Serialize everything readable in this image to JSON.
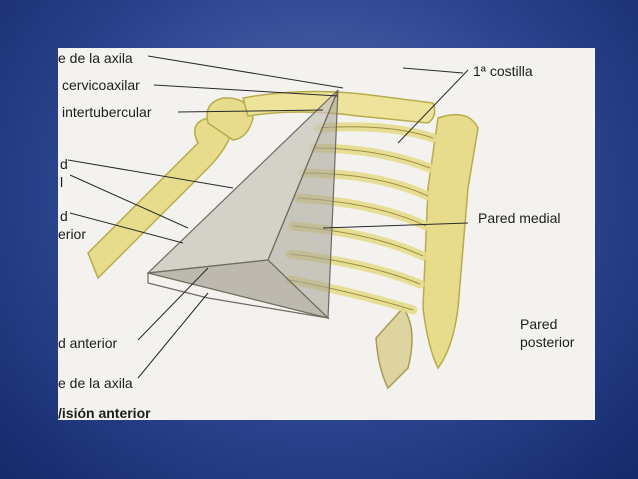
{
  "labels": {
    "vertice_axila": "e de la axila",
    "conducto_cervicoaxilar": "cervicoaxilar",
    "surco_intertubercular": "intertubercular",
    "fragment_d1": "d",
    "fragment_l": "l",
    "fragment_d2": "d",
    "fragment_erior": "erior",
    "primera_costilla": "1ª costilla",
    "pared_medial": "Pared medial",
    "pared_posterior_1": "Pared",
    "pared_posterior_2": "posterior",
    "pared_anterior": "d anterior",
    "base_axila": "e de la axila",
    "vision_anterior": "/isión anterior"
  },
  "colors": {
    "bone": "#e6dc8c",
    "bone_shade": "#c9bd5c",
    "pyramid": "#b5b2a8",
    "paper": "#f3f2ef",
    "frame_blue": "#2c4590"
  }
}
